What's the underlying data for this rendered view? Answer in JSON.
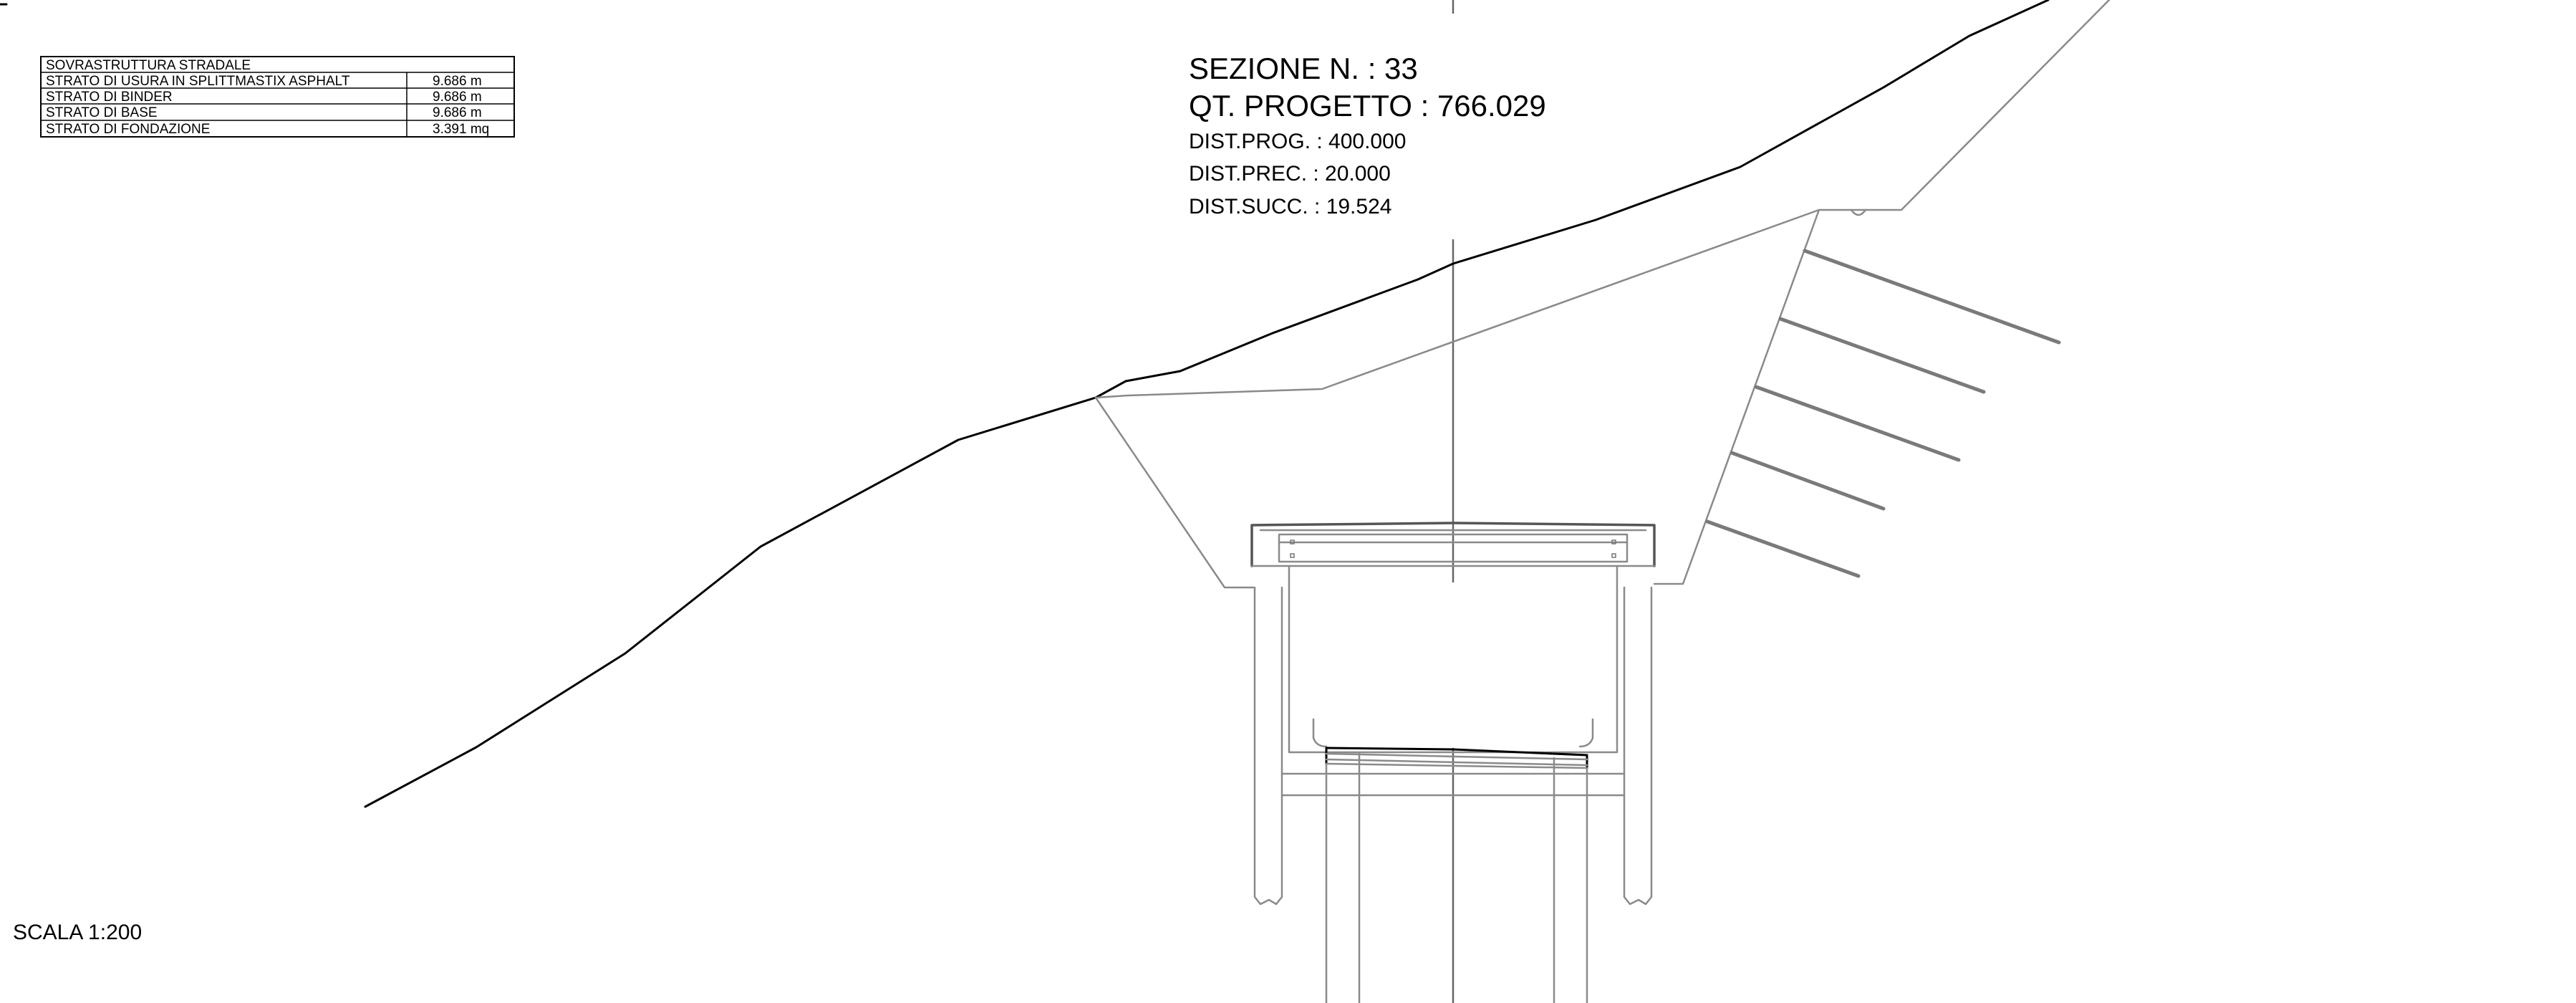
{
  "layers_table": {
    "title": "SOVRASTRUTTURA STRADALE",
    "rows": [
      {
        "label": "STRATO DI USURA IN SPLITTMASTIX ASPHALT",
        "value": "9.686 m"
      },
      {
        "label": "STRATO DI BINDER",
        "value": "9.686 m"
      },
      {
        "label": "STRATO DI BASE",
        "value": "9.686 m"
      },
      {
        "label": "STRATO DI FONDAZIONE",
        "value": "3.391 mq"
      }
    ]
  },
  "section": {
    "number": "SEZIONE N. : 33",
    "project_elevation": "QT. PROGETTO : 766.029",
    "dist_prog": "DIST.PROG. : 400.000",
    "dist_prec": "DIST.PREC. : 20.000",
    "dist_succ": "DIST.SUCC. : 19.524"
  },
  "scale": "SCALA 1:200",
  "colors": {
    "ground_line": "#000000",
    "structure": "#8a8a8a"
  }
}
